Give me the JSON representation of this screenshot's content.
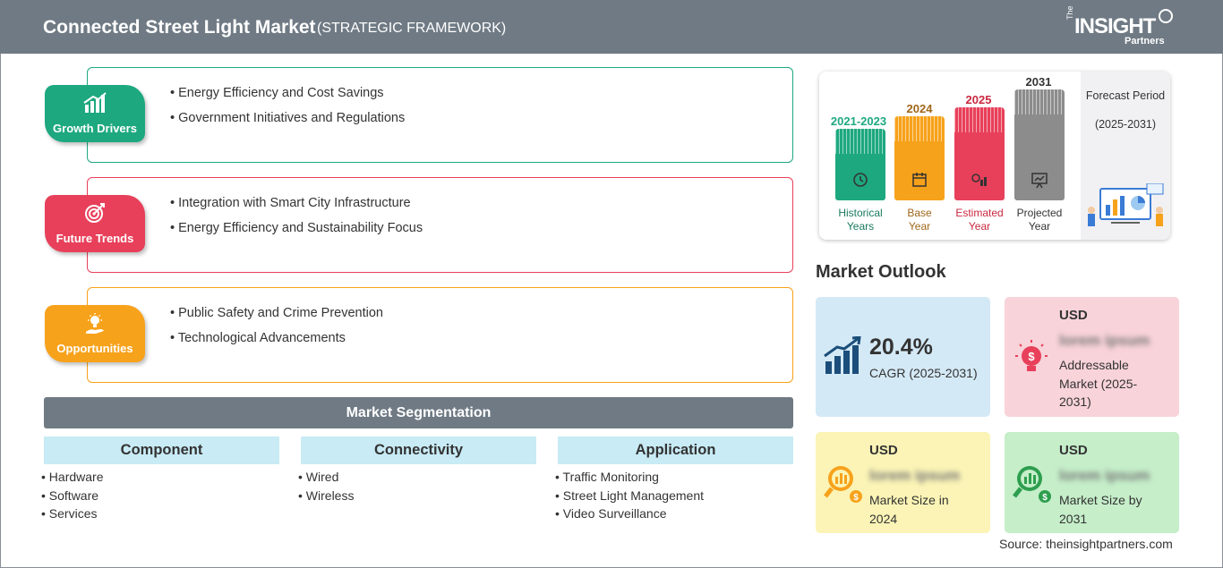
{
  "header": {
    "title": "Connected Street Light Market",
    "subtitle": "(STRATEGIC FRAMEWORK)",
    "logo_the": "The",
    "logo_insight": "INSIGHT",
    "logo_partners": "Partners"
  },
  "framework": {
    "growth_drivers": {
      "label": "Growth Drivers",
      "color": "#1ea880",
      "items": [
        "Energy Efficiency and Cost Savings",
        "Government Initiatives and Regulations"
      ]
    },
    "future_trends": {
      "label": "Future Trends",
      "color": "#e8405a",
      "items": [
        "Integration with Smart City Infrastructure",
        "Energy Efficiency and Sustainability Focus"
      ]
    },
    "opportunities": {
      "label": "Opportunities",
      "color": "#f7a21b",
      "items": [
        "Public Safety and Crime Prevention",
        "Technological Advancements"
      ]
    }
  },
  "segmentation": {
    "title": "Market Segmentation",
    "columns": [
      {
        "heading": "Component",
        "items": [
          "Hardware",
          "Software",
          "Services"
        ]
      },
      {
        "heading": "Connectivity",
        "items": [
          "Wired",
          "Wireless"
        ]
      },
      {
        "heading": "Application",
        "items": [
          "Traffic Monitoring",
          "Street Light Management",
          "Video Surveillance"
        ]
      }
    ]
  },
  "timeline": {
    "stages": [
      {
        "year": "2021-2023",
        "label1": "Historical",
        "label2": "Years",
        "color": "#1ea880"
      },
      {
        "year": "2024",
        "label1": "Base",
        "label2": "Year",
        "color": "#f7a21b"
      },
      {
        "year": "2025",
        "label1": "Estimated",
        "label2": "Year",
        "color": "#e8405a"
      },
      {
        "year": "2031",
        "label1": "Projected",
        "label2": "Year",
        "color": "#8c8c8c"
      }
    ],
    "forecast_title": "Forecast Period",
    "forecast_range": "(2025-2031)"
  },
  "outlook": {
    "title": "Market Outlook",
    "cagr_value": "20.4%",
    "cagr_label": "CAGR (2025-2031)",
    "addressable": {
      "currency": "USD",
      "value": "lorem ipsum",
      "label": "Addressable Market (2025-2031)"
    },
    "size_2024": {
      "currency": "USD",
      "value": "lorem ipsum",
      "label": "Market Size in 2024"
    },
    "size_2031": {
      "currency": "USD",
      "value": "lorem ipsum",
      "label": "Market Size by 2031"
    },
    "colors": {
      "cagr": "#d4e9f6",
      "addressable": "#f8d3d9",
      "size_2024": "#fbf4b6",
      "size_2031": "#c5eec9"
    }
  },
  "source": "Source: theinsightpartners.com"
}
